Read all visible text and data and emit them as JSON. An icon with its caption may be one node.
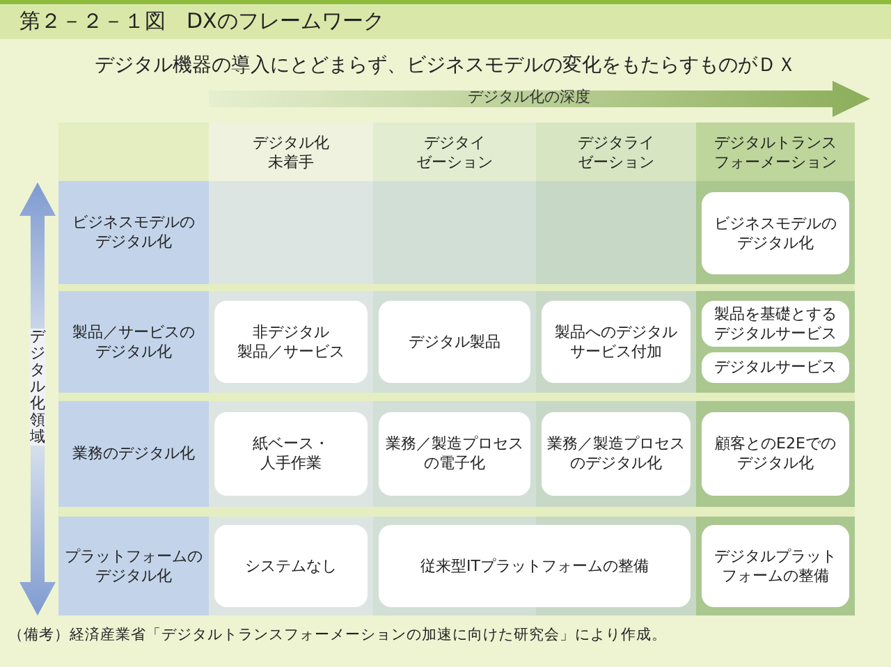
{
  "diagram": {
    "title": "第２－２－１図　DXのフレームワーク",
    "caption": "（備考）経済産業省「デジタルトランスフォーメーションの加速に向けた研究会」により作成。",
    "nodes": [
      {
        "text": [
          "デジタル化未着手"
        ]
      },
      {
        "text": [
          "デジタイゼーション"
        ]
      },
      {
        "text": [
          "デジタライゼーション"
        ]
      },
      {
        "text": [
          "デジタルトランスフォーメーション"
        ]
      },
      {
        "text": [
          "ビジネスモデルのデジタル化"
        ]
      },
      {
        "text": [
          "ビジネスモデルのデジタル化"
        ]
      },
      {
        "text": [
          "製品／サービスのデジタル化"
        ]
      },
      {
        "text": [
          "非デジタル製品／サービス"
        ]
      },
      {
        "text": [
          "デジタル製品"
        ]
      },
      {
        "text": [
          "製品へのデジタルサービス付加"
        ]
      },
      {
        "text": [
          "製品を基礎とするデジタルサービス"
        ]
      },
      {
        "text": [
          "デジタルサービス"
        ]
      },
      {
        "text": [
          "業務のデジタル化"
        ]
      },
      {
        "text": [
          "紙ベース・人手作業"
        ]
      },
      {
        "text": [
          "業務／製造プロセスの電子化"
        ]
      },
      {
        "text": [
          "業務／製造プロセスのデジタル化"
        ]
      },
      {
        "text": [
          "顧客とのE2Eでのデジタル化"
        ]
      },
      {
        "text": [
          "プラットフォームのデジタル化"
        ]
      },
      {
        "text": [
          "システムなし"
        ]
      },
      {
        "text": [
          "従来型ITプラットフォームの整備"
        ]
      },
      {
        "text": [
          "デジタルプラットフォームの整備"
        ]
      }
    ],
    "labels": [
      "デジタル機器の導入にとどまらず、ビジネスモデルの変化をもたらすものがＤＸ",
      "デジタル化の深度",
      "デジタル化領域"
    ]
  }
}
